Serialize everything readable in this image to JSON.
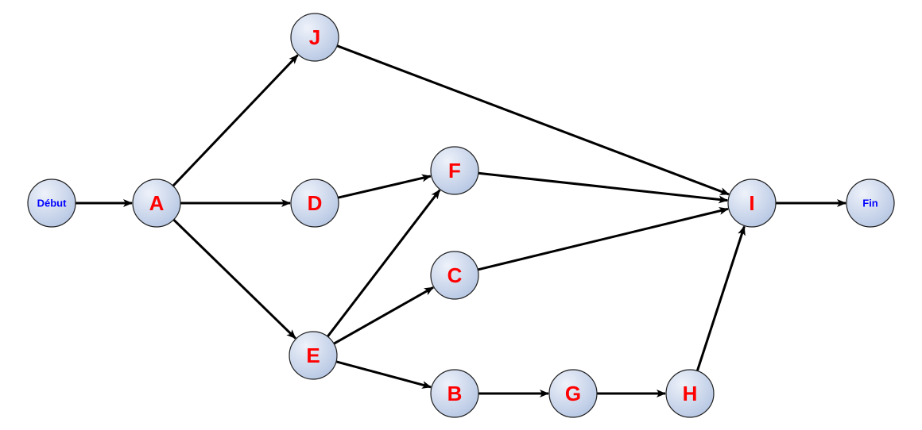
{
  "diagram": {
    "colors": {
      "node_fill_light": "#eef2fa",
      "node_fill_dark": "#b7c7e3",
      "node_stroke": "#1f1f1f",
      "edge": "#000000",
      "task_label": "#ff0000",
      "terminal_label": "#0000ff"
    },
    "nodes": {
      "debut": "Début",
      "a": "A",
      "j": "J",
      "d": "D",
      "e": "E",
      "f": "F",
      "c": "C",
      "b": "B",
      "g": "G",
      "h": "H",
      "i": "I",
      "fin": "Fin"
    },
    "edges": [
      [
        "debut",
        "a"
      ],
      [
        "a",
        "j"
      ],
      [
        "a",
        "d"
      ],
      [
        "a",
        "e"
      ],
      [
        "j",
        "i"
      ],
      [
        "d",
        "f"
      ],
      [
        "f",
        "i"
      ],
      [
        "e",
        "f"
      ],
      [
        "e",
        "c"
      ],
      [
        "c",
        "i"
      ],
      [
        "e",
        "b"
      ],
      [
        "b",
        "g"
      ],
      [
        "g",
        "h"
      ],
      [
        "h",
        "i"
      ],
      [
        "i",
        "fin"
      ]
    ]
  }
}
